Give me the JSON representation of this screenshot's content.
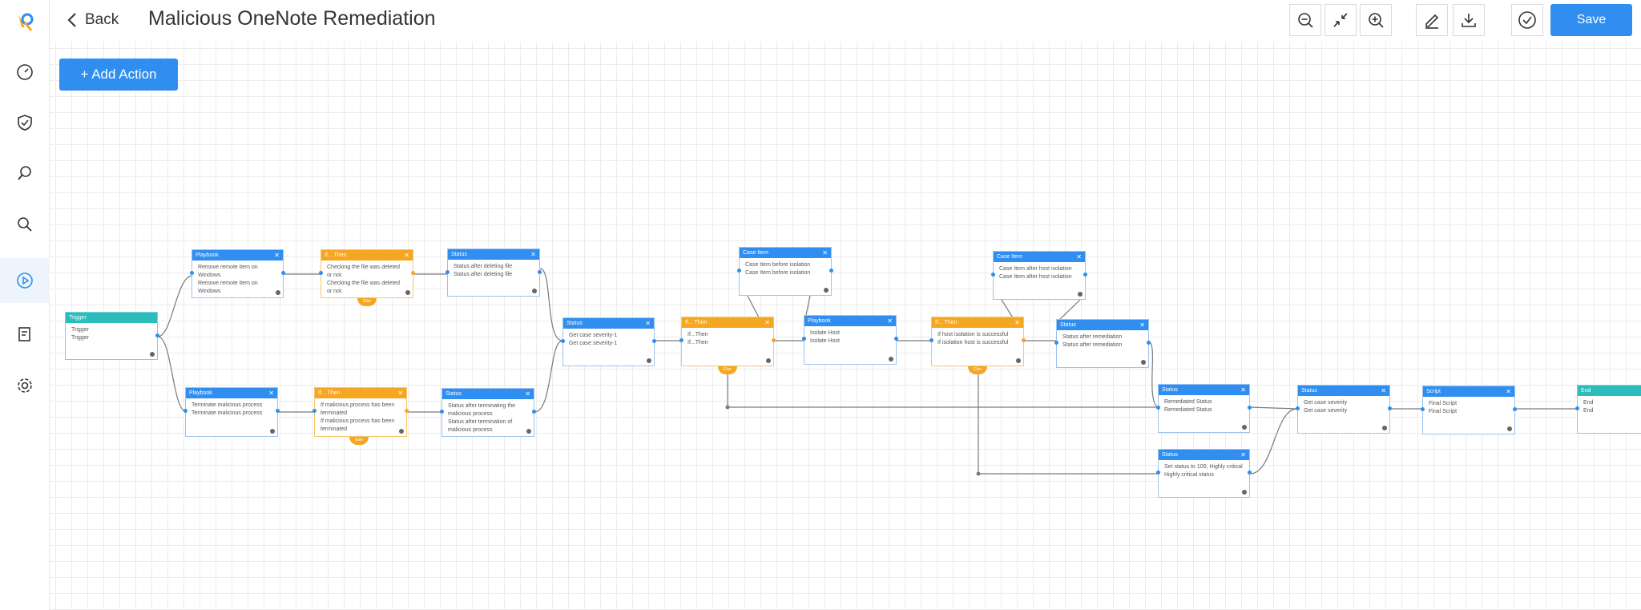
{
  "header": {
    "back_label": "Back",
    "title": "Malicious OneNote Remediation",
    "save_label": "Save"
  },
  "toolbar_icons": [
    "zoom-out-icon",
    "fit-screen-icon",
    "zoom-in-icon",
    "edit-icon",
    "download-icon",
    "validate-icon"
  ],
  "sidebar": {
    "items": [
      "logo-icon",
      "dashboard-icon",
      "shield-icon",
      "investigate-icon",
      "search-icon",
      "playbook-icon",
      "reports-icon",
      "settings-icon"
    ]
  },
  "add_action_label": "+ Add Action",
  "colors": {
    "blue": "#2f8ef0",
    "orange": "#f5a623",
    "teal": "#2bbcbc",
    "grid": "#ececec"
  },
  "nodes": {
    "trigger": {
      "type": "Trigger",
      "lines": [
        "Trigger",
        "Trigger"
      ]
    },
    "pb_remove": {
      "type": "Playbook",
      "lines": [
        "Remove remote item on",
        "Windows",
        "Remove remote item on",
        "Windows"
      ]
    },
    "if_deleted": {
      "type": "If... Then",
      "lines": [
        "Checking the file was deleted",
        "or not.",
        "Checking the file was deleted",
        "or not."
      ]
    },
    "st_deleting": {
      "type": "Status",
      "lines": [
        "Status after deleting file",
        "Status after deleting file"
      ]
    },
    "pb_terminate": {
      "type": "Playbook",
      "lines": [
        "Terminate malicious process",
        "Terminate malicious process"
      ]
    },
    "if_terminated": {
      "type": "If... Then",
      "lines": [
        "If malicious process has been",
        "terminated",
        "If malicious process has been",
        "terminated"
      ]
    },
    "st_terminating": {
      "type": "Status",
      "lines": [
        "Status after terminating the",
        "malicious process",
        "Status after termination of",
        "malicious process"
      ]
    },
    "st_severity": {
      "type": "Status",
      "lines": [
        "Get case severity-1",
        "Get case severity-1"
      ]
    },
    "if_then": {
      "type": "If... Then",
      "lines": [
        "If...Then",
        "If...Then"
      ]
    },
    "ci_before": {
      "type": "Case Item",
      "lines": [
        "Case Item before isolation",
        "Case Item before isolation"
      ]
    },
    "pb_isolate": {
      "type": "Playbook",
      "lines": [
        "Isolate Host",
        "Isolate Host"
      ]
    },
    "if_isolation": {
      "type": "If... Then",
      "lines": [
        "If host isolation is successful",
        "If isolation host is successful"
      ]
    },
    "ci_after": {
      "type": "Case Item",
      "lines": [
        "Case Item after host isolation",
        "Case Item after host isolation"
      ]
    },
    "st_after_rem": {
      "type": "Status",
      "lines": [
        "Status after remediation",
        "Status after remediation"
      ]
    },
    "st_remediated": {
      "type": "Status",
      "lines": [
        "Remediated Status",
        "Remediated Status"
      ]
    },
    "st_critical": {
      "type": "Status",
      "lines": [
        "Set status to 100, Highly critical",
        "Highly critical status"
      ]
    },
    "st_get_sev": {
      "type": "Status",
      "lines": [
        "Get case severity",
        "Get case severity"
      ]
    },
    "script": {
      "type": "Script",
      "lines": [
        "Final Script",
        "Final Script"
      ]
    },
    "end": {
      "type": "End",
      "lines": [
        "End",
        "End"
      ]
    }
  },
  "else_label": "Else"
}
